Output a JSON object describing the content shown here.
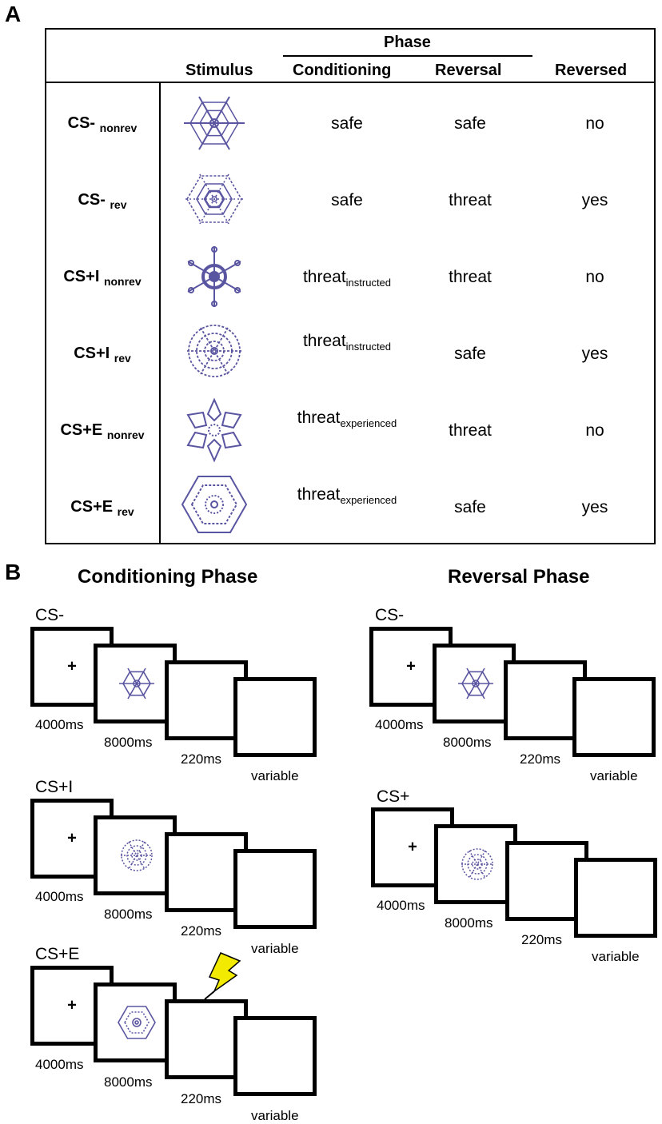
{
  "panel_a": {
    "label": "A",
    "headers": {
      "phase": "Phase",
      "stimulus": "Stimulus",
      "conditioning": "Conditioning",
      "reversal": "Reversal",
      "reversed": "Reversed"
    },
    "rows": [
      {
        "name": "CS-",
        "sub": "nonrev",
        "cond": "safe",
        "cond_sub": "",
        "rev": "safe",
        "reversed": "no"
      },
      {
        "name": "CS-",
        "sub": "rev",
        "cond": "safe",
        "cond_sub": "",
        "rev": "threat",
        "reversed": "yes"
      },
      {
        "name": "CS+I",
        "sub": "nonrev",
        "cond": "threat",
        "cond_sub": "instructed",
        "rev": "threat",
        "reversed": "no"
      },
      {
        "name": "CS+I",
        "sub": "rev",
        "cond": "threat",
        "cond_sub": "instructed",
        "rev": "safe",
        "reversed": "yes"
      },
      {
        "name": "CS+E",
        "sub": "nonrev",
        "cond": "threat",
        "cond_sub": "experienced",
        "rev": "threat",
        "reversed": "no"
      },
      {
        "name": "CS+E",
        "sub": "rev",
        "cond": "threat",
        "cond_sub": "experienced",
        "rev": "safe",
        "reversed": "yes"
      }
    ]
  },
  "panel_b": {
    "label": "B",
    "conditioning_title": "Conditioning Phase",
    "reversal_title": "Reversal Phase",
    "fixation": "+",
    "timings": [
      "4000ms",
      "8000ms",
      "220ms",
      "variable"
    ],
    "conditioning_groups": [
      "CS-",
      "CS+I",
      "CS+E"
    ],
    "reversal_groups": [
      "CS-",
      "CS+"
    ]
  },
  "colors": {
    "stimulus": "#5a55a0",
    "shock": "#f2ea00"
  }
}
